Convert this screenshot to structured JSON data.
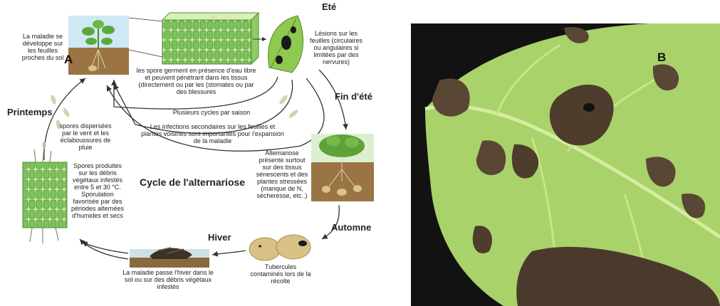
{
  "panels": {
    "a": "A",
    "b": "B"
  },
  "cycle_title": "Cycle de l'alternariose",
  "seasons": {
    "ete": "Eté",
    "fin_ete": "Fin d'été",
    "automne": "Automne",
    "hiver": "Hiver",
    "printemps": "Printemps"
  },
  "notes": {
    "maladie_sol": "La maladie se développe sur les feuilles proches du sol",
    "spores_germent": "les spore germent en présence d'eau libre et peuvent pénétrant dans les tissus (directement ou par les (stomates ou par des blessures",
    "lesions": "Lésions sur les feuilles (circulaires ou angulaires si limitées par des nervures)",
    "plusieurs_cycles": "Plusieurs cycles par saison",
    "infections_secondaires": "Les infections secondaires sur les feuilles et plantes voisines sont importantes pour l'expansion de la maladie",
    "spores_dispersees": "spores dispersées par le vent et les éclaboussures de pluie",
    "spores_produites": "Spores produites sur les débris végétaux infestés entre 5 et 30 °C. Sporulation favorisée par des périodes alternées d'humides et secs",
    "alternariose_presente": "Altemariose présente surtout sur des tissus sénescents et des plantes stressées (manque de N, sécheresse, etc..)",
    "tubercules": "Tubercules contaminés lors de la récolte",
    "hiver_sol": "La maladie passe l'hiver dans le sol ou sur des débris végétaux infestés"
  },
  "colors": {
    "leaf_green": "#a9d26a",
    "soil": "#8a6a3c",
    "lesion": "#4e3c2c",
    "photo_bg": "#111111"
  }
}
